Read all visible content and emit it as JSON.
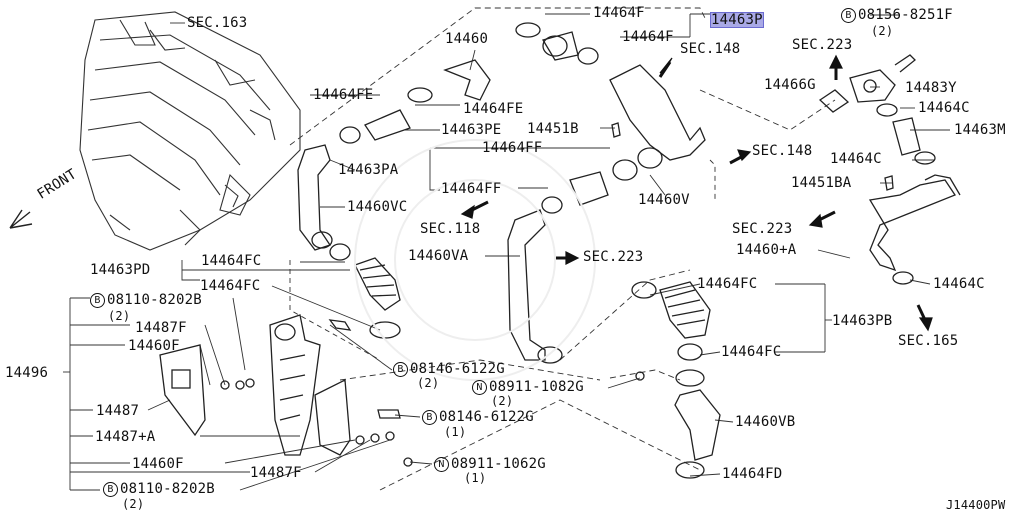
{
  "labels": {
    "sec163": "SEC.163",
    "p14464F_top": "14464F",
    "p14463P": "14463P",
    "b08156": "08156-8251F",
    "b08156_qty": "(2)",
    "p14460_top": "14460",
    "p14464F_2": "14464F",
    "sec148_a": "SEC.148",
    "sec223_a": "SEC.223",
    "p14466G": "14466G",
    "p14483Y": "14483Y",
    "p14464FE_a": "14464FE",
    "p14464FE_b": "14464FE",
    "p14464C_a": "14464C",
    "p14463PE": "14463PE",
    "p14451B": "14451B",
    "p14463M": "14463M",
    "p14464FF_a": "14464FF",
    "sec148_b": "SEC.148",
    "p14464C_b": "14464C",
    "p14463PA": "14463PA",
    "p14451BA": "14451BA",
    "front": "FRONT",
    "p14464FF_b": "14464FF",
    "p14460V": "14460V",
    "p14460VC": "14460VC",
    "sec118": "SEC.118",
    "sec223_b": "SEC.223",
    "p14460A": "14460+A",
    "p14460VA": "14460VA",
    "sec223_c": "SEC.223",
    "p14463PD": "14463PD",
    "p14464FC_a": "14464FC",
    "p14464FC_b": "14464FC",
    "p14464FC_c": "14464FC",
    "p14464C_c": "14464C",
    "b08110_a": "08110-8202B",
    "b08110_a_qty": "(2)",
    "p14463PB": "14463PB",
    "p14487F_a": "14487F",
    "sec165": "SEC.165",
    "p14460F_a": "14460F",
    "p14464FC_d": "14464FC",
    "b08146_a": "08146-6122G",
    "b08146_a_qty": "(2)",
    "p14496": "14496",
    "n08911_a": "08911-1082G",
    "n08911_a_qty": "(2)",
    "p14487": "14487",
    "b08146_b": "08146-6122G",
    "b08146_b_qty": "(1)",
    "p14460VB": "14460VB",
    "p14487A": "14487+A",
    "p14460F_b": "14460F",
    "p14487F_b": "14487F",
    "n08911_b": "08911-1062G",
    "n08911_b_qty": "(1)",
    "p14464FD": "14464FD",
    "b08110_b": "08110-8202B",
    "b08110_b_qty": "(2)",
    "diagram_id": "J14400PW"
  },
  "callout_marks": {
    "bolt": "B",
    "nut": "N"
  },
  "highlight_color": "#a9a9e6"
}
